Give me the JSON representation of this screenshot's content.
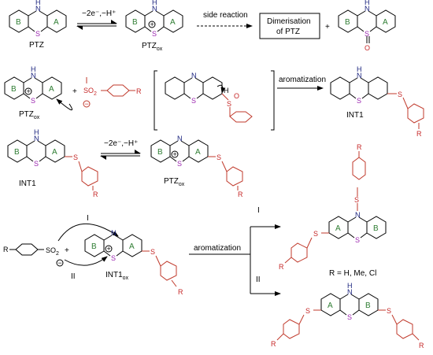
{
  "row1": {
    "ptz_label": "PTZ",
    "ptzox_label": "PTZ",
    "ptzox_sub": "ox",
    "arrow_top": "−2e⁻,−H⁺",
    "side_reaction": "side reaction",
    "dimer_box_line1": "Dimerisation",
    "dimer_box_line2": "of PTZ",
    "plus": "+"
  },
  "row2": {
    "ptzox_label": "PTZ",
    "ptzox_sub": "ox",
    "plus": "+",
    "so2": "SO",
    "so2_sub": "2",
    "R": "R",
    "H": "H",
    "aromatization": "aromatization",
    "int1_label": "INT1"
  },
  "row3": {
    "int1_label": "INT1",
    "arrow_top": "−2e⁻,−H⁺",
    "ptzox_label": "PTZ",
    "ptzox_sub": "ox",
    "R": "R"
  },
  "row4": {
    "R": "R",
    "so2": "SO",
    "so2_sub": "2",
    "plus": "+",
    "path_I": "I",
    "path_II": "II",
    "int1ox_label": "INT1",
    "int1ox_sub": "ox",
    "aromatization": "aromatization",
    "branch_I": "I",
    "branch_II": "II",
    "r_groups": "R = H, Me, Cl"
  },
  "atoms": {
    "N": "N",
    "H": "H",
    "S": "S",
    "O": "O",
    "A": "A",
    "B": "B",
    "plus_charge": "+",
    "minus_charge": "−"
  }
}
